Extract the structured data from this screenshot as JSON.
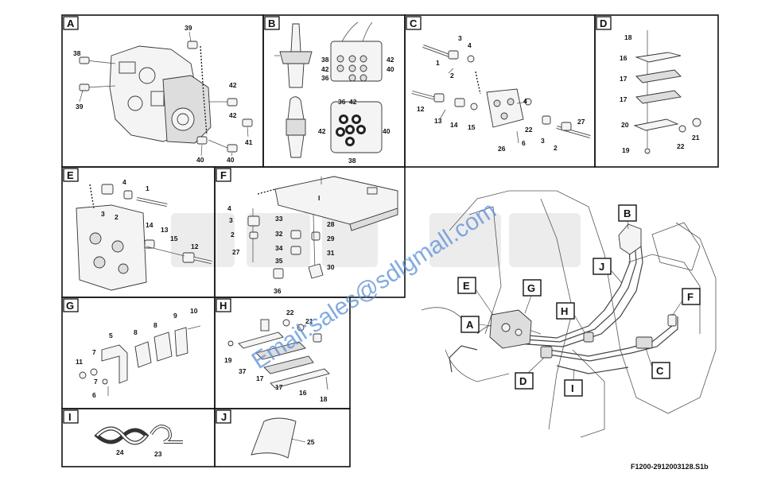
{
  "panels": {
    "A": {
      "label": "A",
      "parts": [
        "39",
        "38",
        "39",
        "42",
        "42",
        "41",
        "40",
        "40"
      ]
    },
    "B": {
      "label": "B",
      "parts": [
        "38",
        "42",
        "42",
        "40",
        "36",
        "36",
        "42",
        "42",
        "40",
        "38"
      ]
    },
    "C": {
      "label": "C",
      "parts": [
        "3",
        "4",
        "1",
        "2",
        "12",
        "13",
        "14",
        "15",
        "4",
        "22",
        "26",
        "6",
        "3",
        "2",
        "27"
      ]
    },
    "D": {
      "label": "D",
      "parts": [
        "18",
        "16",
        "17",
        "17",
        "20",
        "22",
        "21",
        "19"
      ]
    },
    "E": {
      "label": "E",
      "parts": [
        "4",
        "1",
        "3",
        "2",
        "14",
        "13",
        "15",
        "12"
      ]
    },
    "F": {
      "label": "F",
      "parts": [
        "I",
        "4",
        "33",
        "3",
        "28",
        "2",
        "32",
        "29",
        "27",
        "34",
        "31",
        "35",
        "30",
        "36"
      ]
    },
    "G": {
      "label": "G",
      "parts": [
        "10",
        "9",
        "8",
        "8",
        "5",
        "7",
        "11",
        "7",
        "6"
      ]
    },
    "H": {
      "label": "H",
      "parts": [
        "22",
        "21",
        "19",
        "37",
        "17",
        "17",
        "16",
        "18"
      ]
    },
    "I": {
      "label": "I",
      "parts": [
        "24",
        "23"
      ]
    },
    "J": {
      "label": "J",
      "parts": [
        "25"
      ]
    }
  },
  "overview_callouts": [
    "B",
    "J",
    "E",
    "G",
    "H",
    "F",
    "A",
    "D",
    "I",
    "C"
  ],
  "watermark": "Email:sales@sdlgmall.com",
  "reference_code": "F1200-2912003128.S1b"
}
